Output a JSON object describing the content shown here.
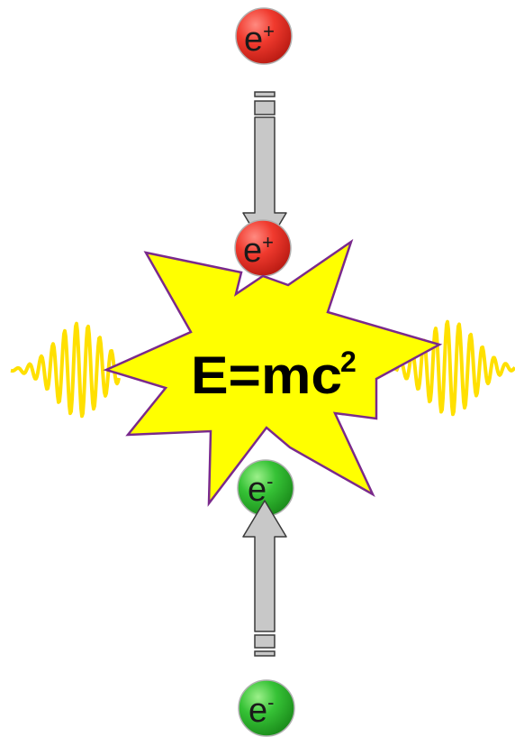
{
  "diagram": {
    "equation": {
      "base": "E=mc",
      "exponent": "2"
    },
    "particles": {
      "positron_top": {
        "symbol": "e",
        "charge": "+"
      },
      "positron_collision": {
        "symbol": "e",
        "charge": "+"
      },
      "electron_collision": {
        "symbol": "e",
        "charge": "-"
      },
      "electron_bottom": {
        "symbol": "e",
        "charge": "-"
      }
    },
    "colors": {
      "positron": "#e8312b",
      "electron": "#2fb52f",
      "explosion_fill": "#ffff00",
      "explosion_stroke": "#7a2a8c",
      "arrow_fill": "#c8c8c8",
      "arrow_stroke": "#3a3a3a",
      "photon_wave": "#ffe000"
    },
    "icons": {
      "arrows": "down-arrow-icon, up-arrow-icon",
      "waves": "photon-wave-icon"
    }
  }
}
